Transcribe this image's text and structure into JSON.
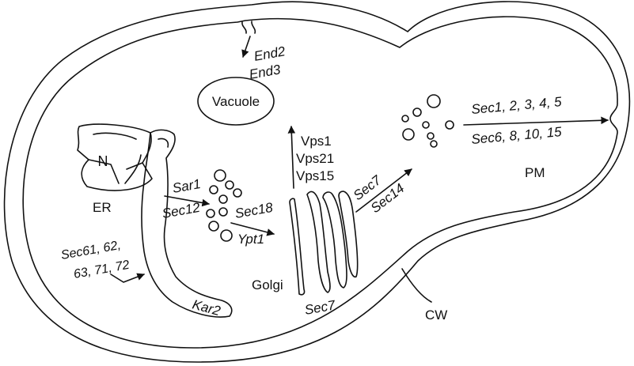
{
  "labels": {
    "nucleus": "N",
    "er": "ER",
    "vacuole": "Vacuole",
    "golgi": "Golgi",
    "pm": "PM",
    "cw": "CW"
  },
  "genes": {
    "end2": "End2",
    "end3": "End3",
    "vps1": "Vps1",
    "vps21": "Vps21",
    "vps15": "Vps15",
    "sar1": "Sar1",
    "sec12": "Sec12",
    "sec18": "Sec18",
    "ypt1": "Ypt1",
    "sec61_line1": "Sec61, 62,",
    "sec61_line2": "63, 71, 72",
    "kar2": "Kar2",
    "sec7_golgi": "Sec7",
    "sec7_arrow": "Sec7",
    "sec14": "Sec14",
    "sec1_line": "Sec1, 2, 3, 4, 5",
    "sec6_line": "Sec6, 8, 10, 15"
  }
}
